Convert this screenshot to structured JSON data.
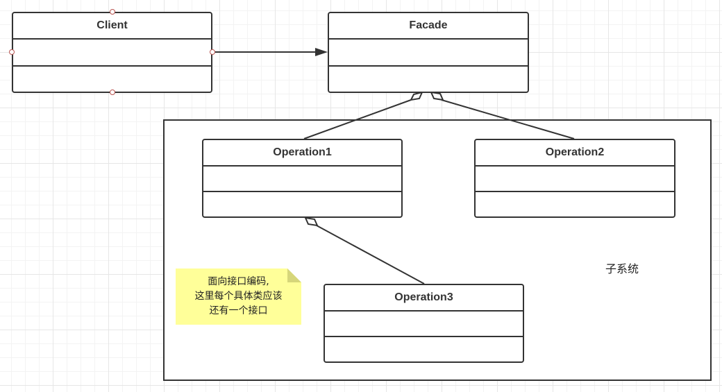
{
  "diagram": {
    "classes": {
      "client": "Client",
      "facade": "Facade",
      "operation1": "Operation1",
      "operation2": "Operation2",
      "operation3": "Operation3"
    },
    "subsystem_label": "子系统",
    "note_lines": [
      "面向接口编码,",
      "这里每个具体类应该",
      "还有一个接口"
    ],
    "colors": {
      "line": "#333333",
      "note_fill": "#ffff99",
      "note_fold": "#d6d67a",
      "handle": "#b85450"
    }
  }
}
